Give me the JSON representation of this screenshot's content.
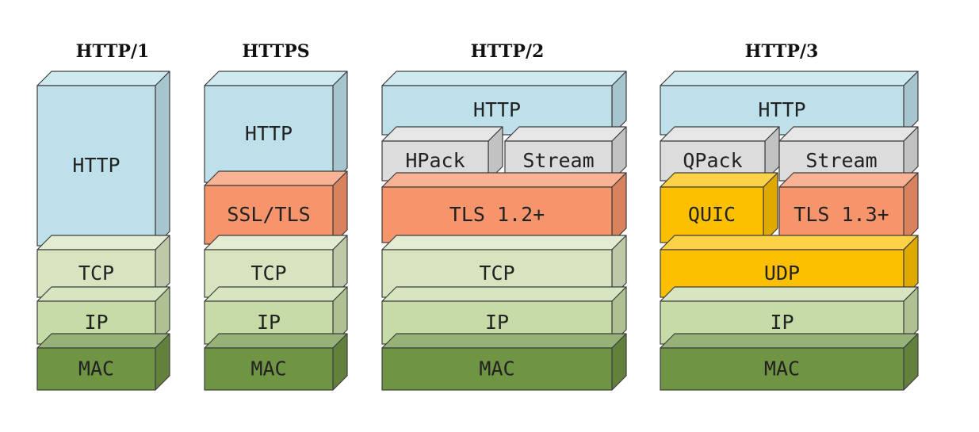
{
  "colors": {
    "http": "#bde0ea",
    "gray": "#dcdcdc",
    "tls": "#f6946b",
    "quic": "#fdc000",
    "tcp": "#d8e4c0",
    "ip": "#c7dba7",
    "mac": "#6f9444",
    "outline": "#3d3d3d"
  },
  "columns": [
    {
      "title": "HTTP/1",
      "blocks": [
        {
          "label": "HTTP",
          "kind": "http"
        },
        {
          "label": "TCP",
          "kind": "tcp"
        },
        {
          "label": "IP",
          "kind": "ip"
        },
        {
          "label": "MAC",
          "kind": "mac"
        }
      ]
    },
    {
      "title": "HTTPS",
      "blocks": [
        {
          "label": "HTTP",
          "kind": "http"
        },
        {
          "label": "SSL/TLS",
          "kind": "tls"
        },
        {
          "label": "TCP",
          "kind": "tcp"
        },
        {
          "label": "IP",
          "kind": "ip"
        },
        {
          "label": "MAC",
          "kind": "mac"
        }
      ]
    },
    {
      "title": "HTTP/2",
      "blocks": [
        {
          "label": "HTTP",
          "kind": "http"
        },
        {
          "label": "HPack",
          "kind": "gray"
        },
        {
          "label": "Stream",
          "kind": "gray"
        },
        {
          "label": "TLS 1.2+",
          "kind": "tls"
        },
        {
          "label": "TCP",
          "kind": "tcp"
        },
        {
          "label": "IP",
          "kind": "ip"
        },
        {
          "label": "MAC",
          "kind": "mac"
        }
      ]
    },
    {
      "title": "HTTP/3",
      "blocks": [
        {
          "label": "HTTP",
          "kind": "http"
        },
        {
          "label": "QPack",
          "kind": "gray"
        },
        {
          "label": "Stream",
          "kind": "gray"
        },
        {
          "label": "QUIC",
          "kind": "quic"
        },
        {
          "label": "TLS 1.3+",
          "kind": "tls"
        },
        {
          "label": "UDP",
          "kind": "quic"
        },
        {
          "label": "IP",
          "kind": "ip"
        },
        {
          "label": "MAC",
          "kind": "mac"
        }
      ]
    }
  ]
}
